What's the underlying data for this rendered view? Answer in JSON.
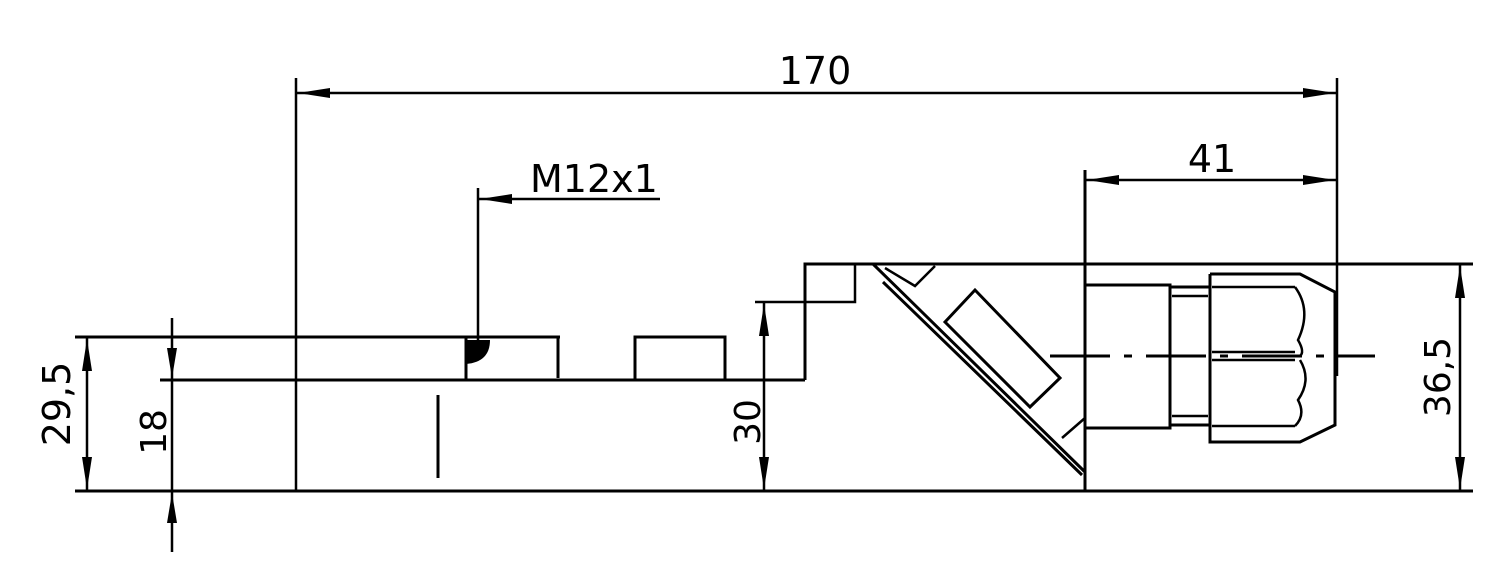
{
  "drawing": {
    "dimensions": {
      "overall_length": "170",
      "connector_length": "41",
      "thread": "M12x1",
      "left_height": "29,5",
      "inner_height": "18",
      "step_height": "30",
      "right_height": "36,5"
    }
  }
}
